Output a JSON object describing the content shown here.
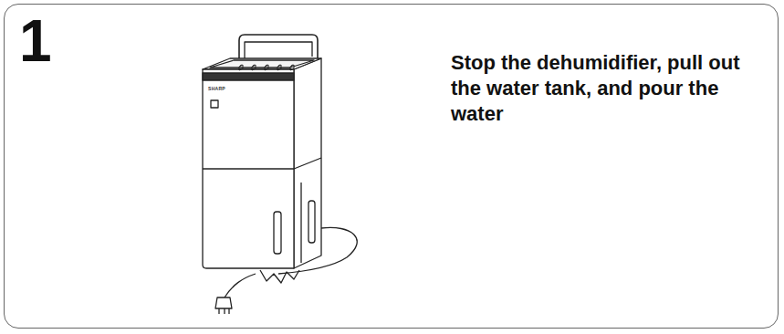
{
  "diagram": {
    "nodes": [
      {
        "text": [
          "1",
          "Stop the dehumidifier, pull out the water tank, and pour the water"
        ]
      }
    ],
    "labels": [
      "SHARP"
    ]
  }
}
